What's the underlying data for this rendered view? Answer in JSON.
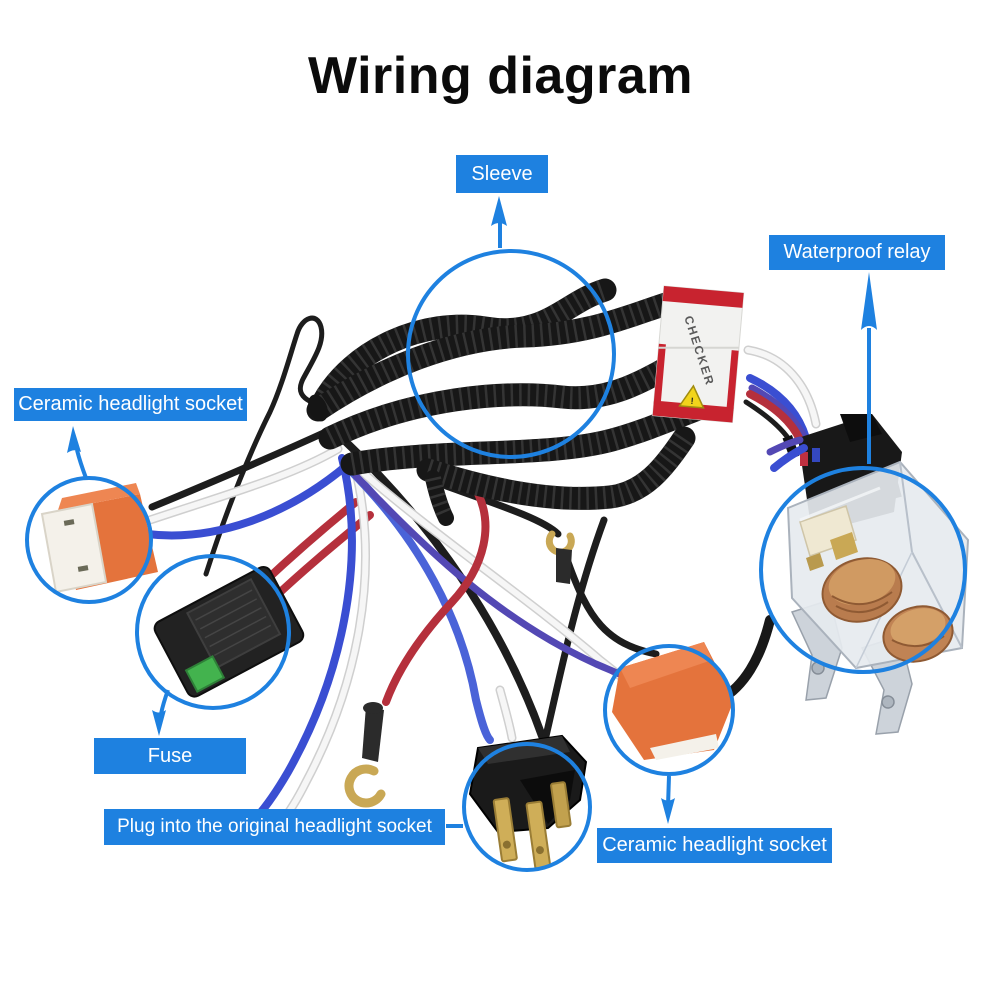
{
  "title": "Wiring diagram",
  "annotations": {
    "sleeve": {
      "label": "Sleeve"
    },
    "waterproof_relay": {
      "label": "Waterproof relay"
    },
    "ceramic_socket_left": {
      "label": "Ceramic headlight socket"
    },
    "fuse": {
      "label": "Fuse"
    },
    "plug_original": {
      "label": "Plug into the original headlight socket"
    },
    "ceramic_socket_right": {
      "label": "Ceramic headlight socket"
    }
  },
  "photo": {
    "harness_tag_text": "CHECKER",
    "warning_mark": "!"
  },
  "colors": {
    "annotation_blue": "#1e81e0",
    "tag_red": "#c8232f",
    "warning_yellow": "#f2d41c",
    "socket_orange": "#e4733c",
    "socket_ceramic_white": "#f4f1ea",
    "tube_black": "#171717",
    "wire_red": "#b5303c",
    "wire_blue": "#3a4ed2",
    "wire_blue2": "#4a63d8",
    "wire_purple": "#5348b4",
    "wire_white": "#f2f2f2",
    "wire_black": "#1d1d1d",
    "brass": "#c9a855",
    "relay_body_gray": "#e6eaef",
    "fuse_black": "#222222",
    "fuse_green": "#43b34e"
  }
}
